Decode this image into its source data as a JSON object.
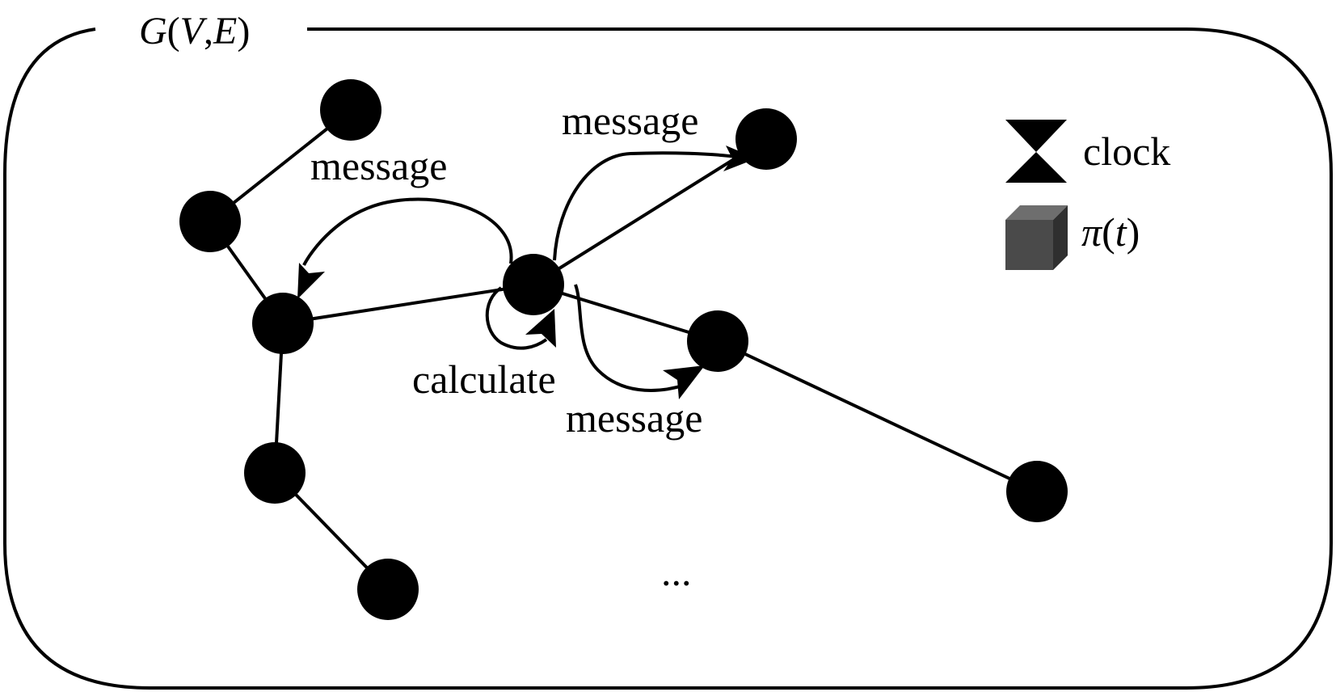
{
  "graph": {
    "title_parts": [
      "G",
      "(",
      "V",
      ",",
      "E",
      ")"
    ]
  },
  "labels": {
    "message_left": "message",
    "message_top": "message",
    "message_bottom": "message",
    "calculate": "calculate",
    "ellipsis": "..."
  },
  "legend": {
    "clock": {
      "icon": "hourglass-icon",
      "label": "clock"
    },
    "policy": {
      "icon": "cube-icon",
      "label_parts": [
        "π",
        "(",
        "t",
        ")"
      ]
    }
  },
  "colors": {
    "node": "#000000",
    "edge": "#000000",
    "cube_front": "#4a4a4a",
    "cube_top": "#6e6e6e",
    "cube_side": "#2f2f2f"
  }
}
